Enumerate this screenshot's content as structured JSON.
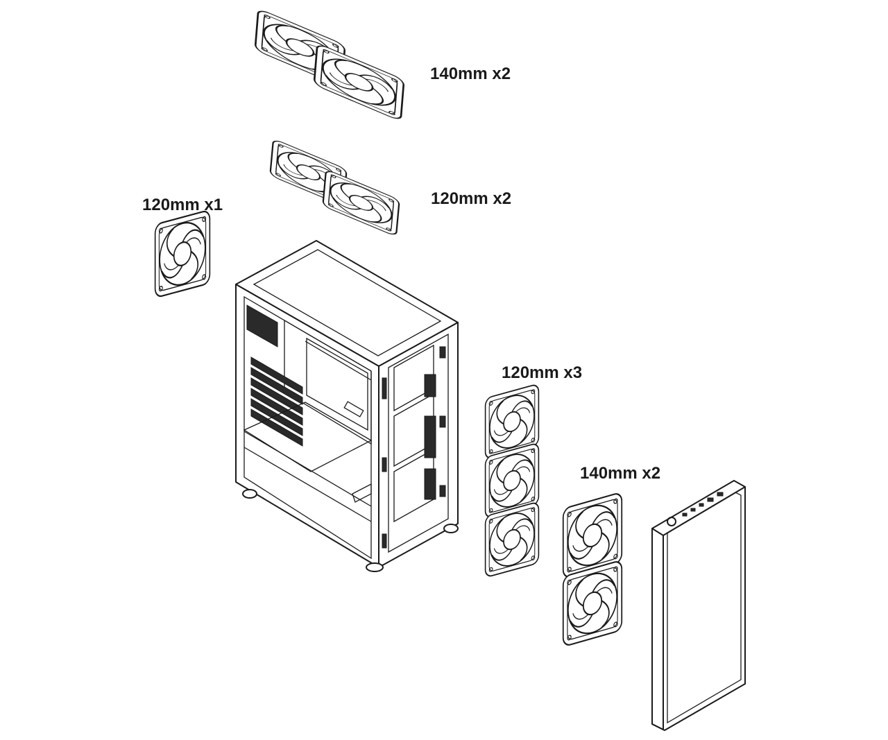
{
  "labels": {
    "top_fans_140": "140mm x2",
    "top_fans_120": "120mm x2",
    "rear_fan_120": "120mm x1",
    "front_fans_120": "120mm x3",
    "front_fans_140": "140mm x2"
  },
  "colors": {
    "line": "#1a1a1a",
    "background": "#ffffff"
  },
  "icons": {
    "fan": "fan-icon",
    "case": "pc-case-icon",
    "front_panel": "front-panel-icon"
  }
}
